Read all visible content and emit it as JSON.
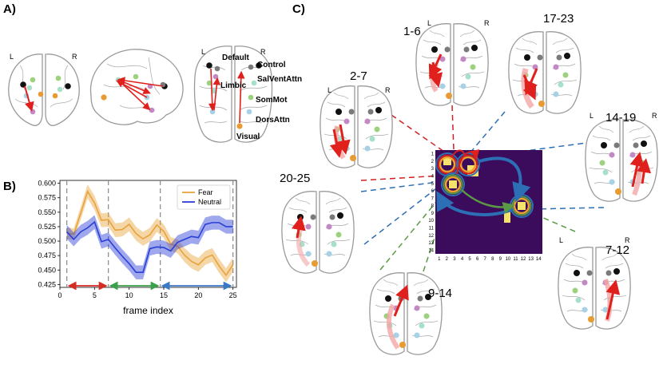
{
  "panels": {
    "a": "A)",
    "b": "B)",
    "c": "C)"
  },
  "network_labels": [
    "Default",
    "Control",
    "SalVentAttn",
    "Limbic",
    "SomMot",
    "DorsAttn",
    "Visual"
  ],
  "hemisphere": {
    "left": "L",
    "right": "R"
  },
  "ranges": [
    "1-6",
    "17-23",
    "2-7",
    "14-19",
    "20-25",
    "7-12",
    "9-14"
  ],
  "colors": {
    "fear": "#e8a33c",
    "neutral": "#2a3fd6",
    "arrow": "#e0201c",
    "arrow_faint": "#f3a5a5",
    "matrix_bg": "#3b0b5c",
    "matrix_cell": "#f5e26a",
    "ring_orange": "#f0a02e",
    "ring_blue": "#2c6fb5",
    "ring_green": "#5a9a44",
    "ring_red": "#d22020",
    "range_red": "#d62a22",
    "range_green": "#3aa04a",
    "range_blue": "#3a78c8",
    "node_default": "#111111",
    "node_control": "#7a7a7a",
    "node_salventattn": "#c488c4",
    "node_limbic": "#9cd27e",
    "node_sommot": "#a7e0c9",
    "node_dorsattn": "#a6d1e6",
    "node_visual": "#e99b33"
  },
  "chart_data": {
    "type": "line",
    "xlabel": "frame index",
    "ylabel": "",
    "xlim": [
      0,
      25.5
    ],
    "ylim": [
      0.42,
      0.605
    ],
    "xticks": [
      "0",
      "5",
      "10",
      "15",
      "20",
      "25"
    ],
    "yticks": [
      "0.425",
      "0.450",
      "0.475",
      "0.500",
      "0.525",
      "0.550",
      "0.575",
      "0.600"
    ],
    "legend_position": "top-right",
    "vlines": [
      1,
      7,
      14.5,
      25
    ],
    "series": [
      {
        "name": "Fear",
        "x": [
          1,
          2,
          3,
          4,
          5,
          6,
          7,
          8,
          9,
          10,
          11,
          12,
          13,
          14,
          15,
          16,
          17,
          18,
          19,
          20,
          21,
          22,
          23,
          24,
          25
        ],
        "values": [
          0.514,
          0.512,
          0.548,
          0.586,
          0.566,
          0.536,
          0.537,
          0.519,
          0.52,
          0.529,
          0.513,
          0.504,
          0.511,
          0.528,
          0.517,
          0.495,
          0.491,
          0.476,
          0.465,
          0.459,
          0.471,
          0.476,
          0.457,
          0.441,
          0.459
        ],
        "band": [
          0.01,
          0.01,
          0.011,
          0.012,
          0.012,
          0.012,
          0.012,
          0.012,
          0.012,
          0.012,
          0.012,
          0.012,
          0.012,
          0.012,
          0.012,
          0.012,
          0.012,
          0.012,
          0.012,
          0.012,
          0.012,
          0.012,
          0.012,
          0.012,
          0.012
        ]
      },
      {
        "name": "Neutral",
        "x": [
          1,
          2,
          3,
          4,
          5,
          6,
          7,
          8,
          9,
          10,
          11,
          12,
          13,
          14,
          15,
          16,
          17,
          18,
          19,
          20,
          21,
          22,
          23,
          24,
          25
        ],
        "values": [
          0.516,
          0.503,
          0.516,
          0.523,
          0.533,
          0.499,
          0.503,
          0.488,
          0.474,
          0.461,
          0.446,
          0.446,
          0.487,
          0.49,
          0.489,
          0.483,
          0.498,
          0.503,
          0.508,
          0.506,
          0.529,
          0.532,
          0.532,
          0.525,
          0.525
        ],
        "band": [
          0.012,
          0.012,
          0.012,
          0.012,
          0.012,
          0.012,
          0.012,
          0.012,
          0.012,
          0.012,
          0.012,
          0.012,
          0.012,
          0.012,
          0.012,
          0.012,
          0.012,
          0.012,
          0.012,
          0.012,
          0.012,
          0.012,
          0.012,
          0.012,
          0.012
        ]
      }
    ]
  },
  "matrix": {
    "ticks": [
      "1",
      "2",
      "3",
      "4",
      "5",
      "6",
      "7",
      "8",
      "9",
      "10",
      "11",
      "12",
      "13",
      "14"
    ]
  }
}
